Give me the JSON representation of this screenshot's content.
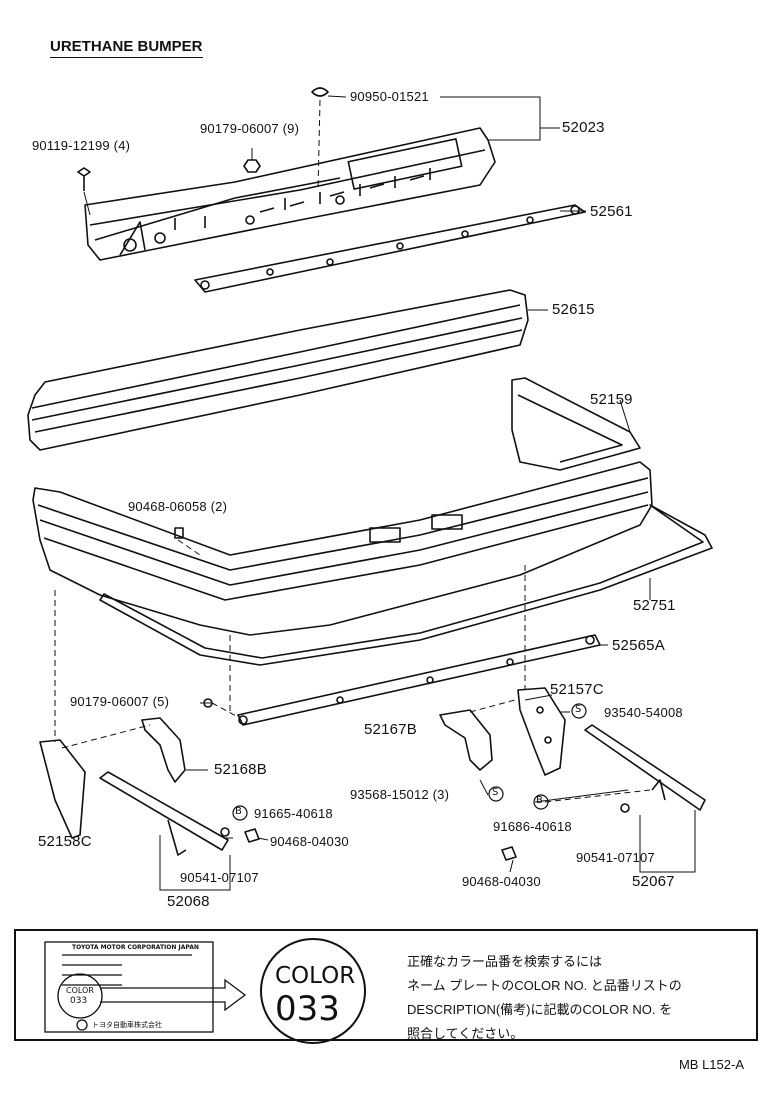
{
  "title": "URETHANE BUMPER",
  "parts": {
    "p90950": "90950-01521",
    "p52023": "52023",
    "p90179a": "90179-06007 (9)",
    "p90119": "90119-12199 (4)",
    "p52561": "52561",
    "p52615": "52615",
    "p52159": "52159",
    "p90468a": "90468-06058 (2)",
    "p52751": "52751",
    "p52565A": "52565A",
    "p90179b": "90179-06007 (5)",
    "p52157C": "52157C",
    "p52167B": "52167B",
    "p93540": "93540-54008",
    "p52168B": "52168B",
    "p93568": "93568-15012 (3)",
    "p52158C": "52158C",
    "p91665": "91665-40618",
    "p91686": "91686-40618",
    "p90468b": "90468-04030",
    "p90468c": "90468-04030",
    "p90541a": "90541-07107",
    "p90541b": "90541-07107",
    "p52068": "52068",
    "p52067": "52067"
  },
  "callouts": {
    "B": "B",
    "S": "S"
  },
  "plate": {
    "maker": "TOYOTA MOTOR CORPORATION JAPAN",
    "color_word": "COLOR",
    "color_code": "033",
    "stamp": "トヨタ自動車株式会社"
  },
  "note": {
    "line1": "正確なカラー品番を検索するには",
    "line2": "ネーム プレートのCOLOR NO. と品番リストの",
    "line3": "DESCRIPTION(備考)に記載のCOLOR NO. を",
    "line4": "照合してください。"
  },
  "footer": "MB L152-A"
}
